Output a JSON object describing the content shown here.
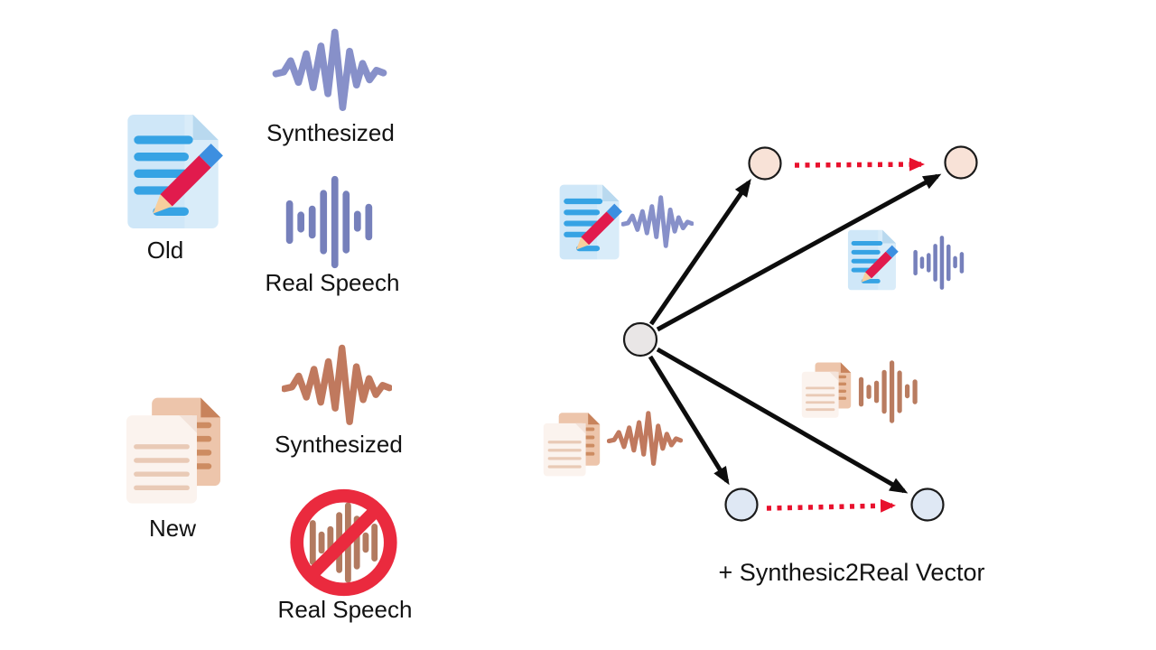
{
  "old_group": {
    "synthesized": "Synthesized",
    "doc": "Old",
    "real": "Real Speech"
  },
  "new_group": {
    "synthesized": "Synthesized",
    "doc": "New",
    "real": "Real Speech"
  },
  "graph": {
    "caption": "+ Synthesic2Real Vector"
  },
  "icons": {
    "old_doc": "document-pencil-icon",
    "synthesized_wave": "waveform-zigzag-icon",
    "real_speech_bars": "waveform-bars-icon",
    "new_docs": "documents-stack-icon",
    "no_real_speech": "no-speech-icon"
  },
  "colors": {
    "bg": "#ffffff",
    "text": "#121212",
    "wave_blue": "#8790c9",
    "wave_brown": "#c0795e",
    "bars_blue": "#7680bb",
    "bars_brown": "#b97c60",
    "ban_bars": "#b27a60",
    "doc_fill": "#cfe7f8",
    "doc_fold": "#b9d9ef",
    "doc_line": "#36a3e4",
    "pencil_body": "#e11b4d",
    "pencil_eraser": "#3d8fe0",
    "pencil_wood": "#f6cf9e",
    "docs_back": "#edc5ab",
    "docs_fold": "#c8835c",
    "docs_line": "#cd8c62",
    "docs_front": "#fbf3ee",
    "docs_front_line": "#e9cab6",
    "ban_red": "#ea2a3e",
    "node_center": "#e9e6e6",
    "node_top": "#f8e2d7",
    "node_bottom": "#dfe8f4",
    "node_stroke": "#1a1a1a",
    "arrow_black": "#0d0d0d",
    "arrow_red": "#e8112d"
  }
}
